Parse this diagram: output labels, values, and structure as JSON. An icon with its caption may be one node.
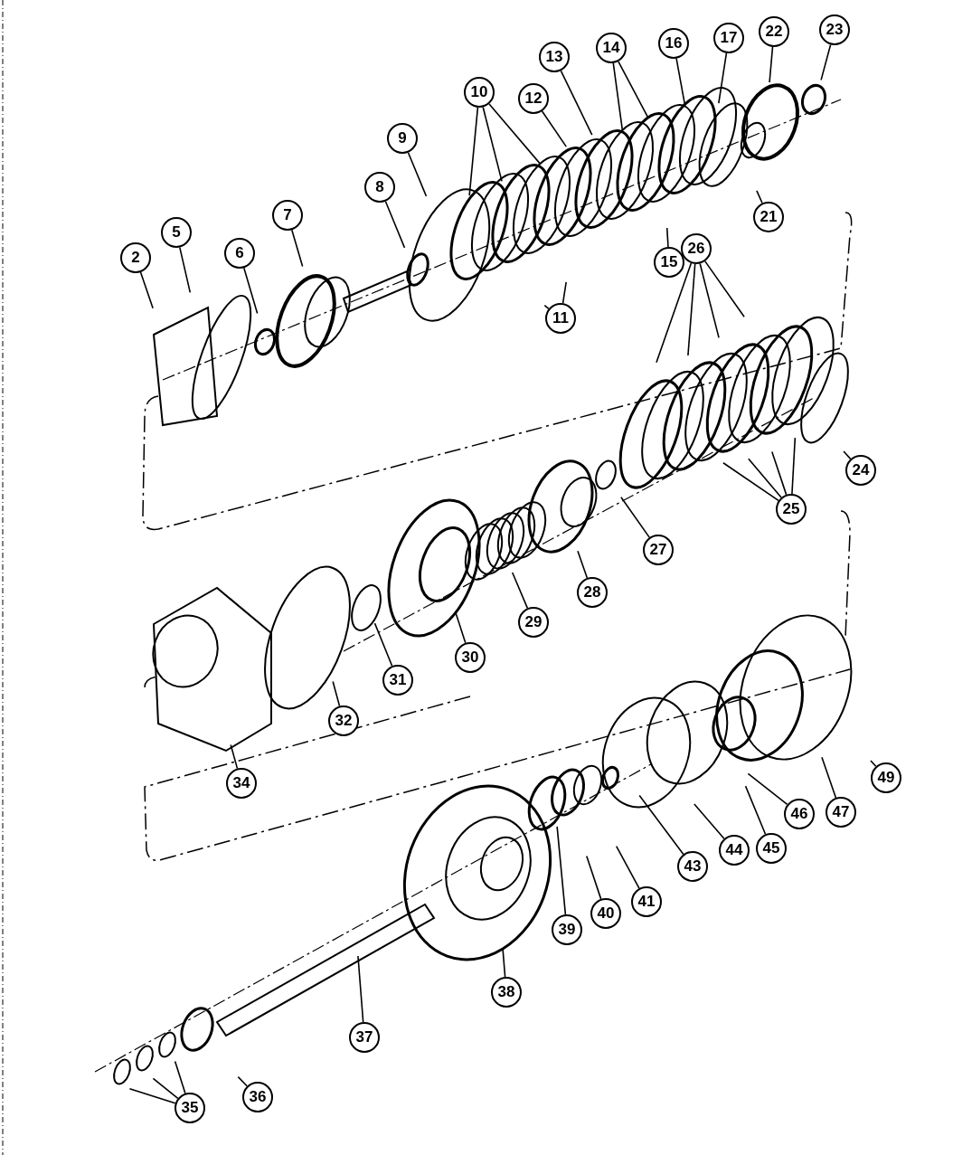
{
  "diagram": {
    "nodes": [
      {
        "text": [
          "2"
        ]
      },
      {
        "text": [
          "5"
        ]
      },
      {
        "text": [
          "6"
        ]
      },
      {
        "text": [
          "7"
        ]
      },
      {
        "text": [
          "8"
        ]
      },
      {
        "text": [
          "9"
        ]
      },
      {
        "text": [
          "10"
        ]
      },
      {
        "text": [
          "11"
        ]
      },
      {
        "text": [
          "12"
        ]
      },
      {
        "text": [
          "13"
        ]
      },
      {
        "text": [
          "14"
        ]
      },
      {
        "text": [
          "15"
        ]
      },
      {
        "text": [
          "16"
        ]
      },
      {
        "text": [
          "17"
        ]
      },
      {
        "text": [
          "21"
        ]
      },
      {
        "text": [
          "22"
        ]
      },
      {
        "text": [
          "23"
        ]
      },
      {
        "text": [
          "24"
        ]
      },
      {
        "text": [
          "25"
        ]
      },
      {
        "text": [
          "26"
        ]
      },
      {
        "text": [
          "27"
        ]
      },
      {
        "text": [
          "28"
        ]
      },
      {
        "text": [
          "29"
        ]
      },
      {
        "text": [
          "30"
        ]
      },
      {
        "text": [
          "31"
        ]
      },
      {
        "text": [
          "32"
        ]
      },
      {
        "text": [
          "34"
        ]
      },
      {
        "text": [
          "35"
        ]
      },
      {
        "text": [
          "36"
        ]
      },
      {
        "text": [
          "37"
        ]
      },
      {
        "text": [
          "38"
        ]
      },
      {
        "text": [
          "39"
        ]
      },
      {
        "text": [
          "40"
        ]
      },
      {
        "text": [
          "41"
        ]
      },
      {
        "text": [
          "43"
        ]
      },
      {
        "text": [
          "44"
        ]
      },
      {
        "text": [
          "45"
        ]
      },
      {
        "text": [
          "46"
        ]
      },
      {
        "text": [
          "47"
        ]
      },
      {
        "text": [
          "49"
        ]
      }
    ],
    "edges": [
      {
        "from": 0,
        "to": null,
        "arrow": "none"
      },
      {
        "from": 1,
        "to": null,
        "arrow": "none"
      },
      {
        "from": 2,
        "to": null,
        "arrow": "none"
      },
      {
        "from": 3,
        "to": null,
        "arrow": "none"
      },
      {
        "from": 4,
        "to": null,
        "arrow": "none"
      },
      {
        "from": 5,
        "to": null,
        "arrow": "none"
      },
      {
        "from": 6,
        "to": null,
        "arrow": "none"
      },
      {
        "from": 6,
        "to": null,
        "arrow": "none"
      },
      {
        "from": 6,
        "to": null,
        "arrow": "none"
      },
      {
        "from": 7,
        "to": null,
        "arrow": "none"
      },
      {
        "from": 7,
        "to": null,
        "arrow": "none"
      },
      {
        "from": 8,
        "to": null,
        "arrow": "none"
      },
      {
        "from": 9,
        "to": null,
        "arrow": "none"
      },
      {
        "from": 10,
        "to": null,
        "arrow": "none"
      },
      {
        "from": 10,
        "to": null,
        "arrow": "none"
      },
      {
        "from": 11,
        "to": null,
        "arrow": "none"
      },
      {
        "from": 12,
        "to": null,
        "arrow": "none"
      },
      {
        "from": 13,
        "to": null,
        "arrow": "none"
      },
      {
        "from": 14,
        "to": null,
        "arrow": "none"
      },
      {
        "from": 15,
        "to": null,
        "arrow": "none"
      },
      {
        "from": 16,
        "to": null,
        "arrow": "none"
      },
      {
        "from": 17,
        "to": null,
        "arrow": "none"
      },
      {
        "from": 18,
        "to": null,
        "arrow": "none"
      },
      {
        "from": 18,
        "to": null,
        "arrow": "none"
      },
      {
        "from": 18,
        "to": null,
        "arrow": "none"
      },
      {
        "from": 18,
        "to": null,
        "arrow": "none"
      },
      {
        "from": 19,
        "to": null,
        "arrow": "none"
      },
      {
        "from": 19,
        "to": null,
        "arrow": "none"
      },
      {
        "from": 19,
        "to": null,
        "arrow": "none"
      },
      {
        "from": 19,
        "to": null,
        "arrow": "none"
      },
      {
        "from": 20,
        "to": null,
        "arrow": "none"
      },
      {
        "from": 21,
        "to": null,
        "arrow": "none"
      },
      {
        "from": 22,
        "to": null,
        "arrow": "none"
      },
      {
        "from": 23,
        "to": null,
        "arrow": "none"
      },
      {
        "from": 24,
        "to": null,
        "arrow": "none"
      },
      {
        "from": 25,
        "to": null,
        "arrow": "none"
      },
      {
        "from": 26,
        "to": null,
        "arrow": "none"
      },
      {
        "from": 27,
        "to": null,
        "arrow": "none"
      },
      {
        "from": 27,
        "to": null,
        "arrow": "none"
      },
      {
        "from": 27,
        "to": null,
        "arrow": "none"
      },
      {
        "from": 28,
        "to": null,
        "arrow": "none"
      },
      {
        "from": 29,
        "to": null,
        "arrow": "none"
      },
      {
        "from": 30,
        "to": null,
        "arrow": "none"
      },
      {
        "from": 31,
        "to": null,
        "arrow": "none"
      },
      {
        "from": 32,
        "to": null,
        "arrow": "none"
      },
      {
        "from": 33,
        "to": null,
        "arrow": "none"
      },
      {
        "from": 34,
        "to": null,
        "arrow": "none"
      },
      {
        "from": 35,
        "to": null,
        "arrow": "none"
      },
      {
        "from": 36,
        "to": null,
        "arrow": "none"
      },
      {
        "from": 37,
        "to": null,
        "arrow": "none"
      },
      {
        "from": 38,
        "to": null,
        "arrow": "none"
      },
      {
        "from": 39,
        "to": null,
        "arrow": "none"
      }
    ]
  }
}
